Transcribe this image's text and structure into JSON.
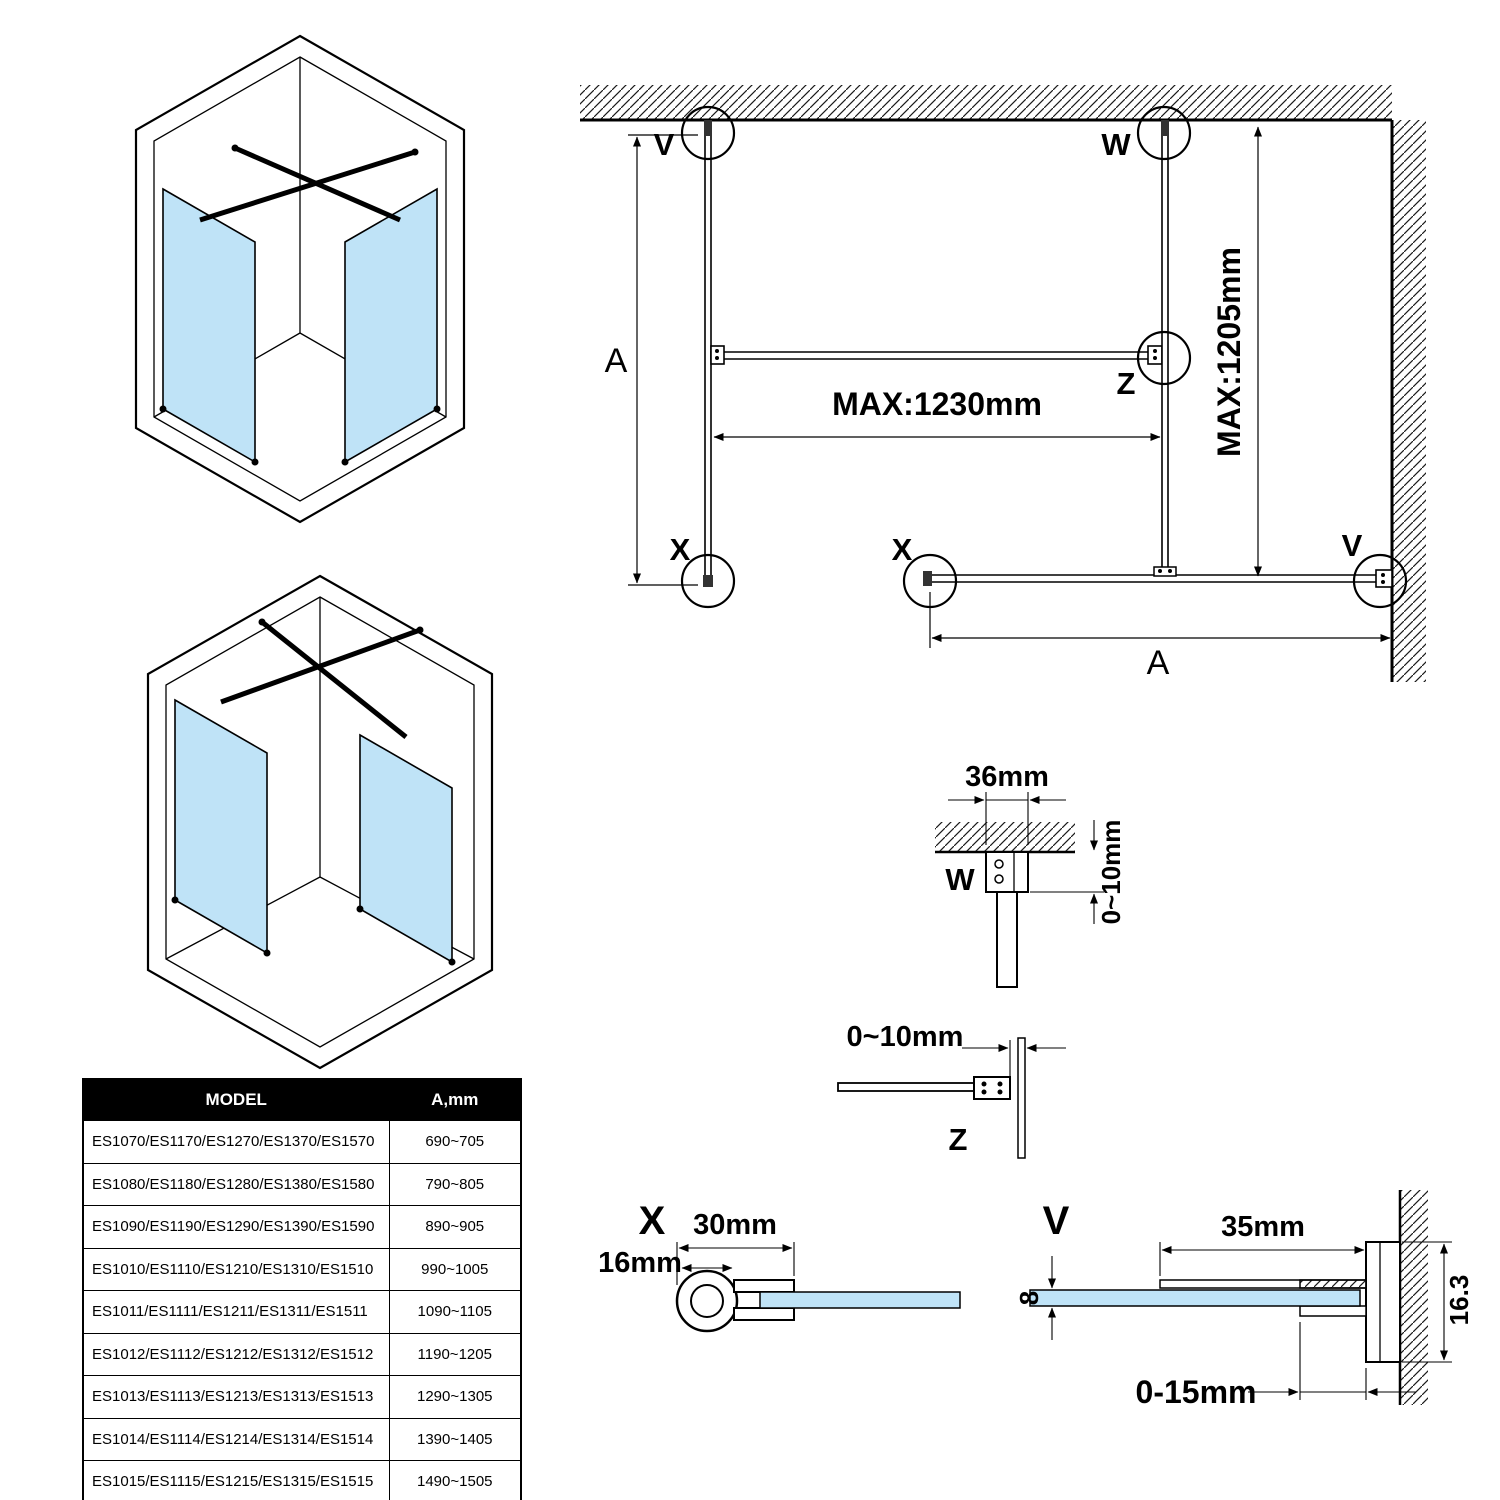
{
  "colors": {
    "glass": "#bfe3f7",
    "line": "#000000",
    "header_bg": "#000000"
  },
  "plan": {
    "callout_v_top": "V",
    "callout_w": "W",
    "callout_z": "Z",
    "callout_x_left": "X",
    "callout_x_bottom": "X",
    "callout_v_right": "V",
    "dim_height": "A",
    "dim_width_bottom": "A",
    "dim_max_width": "MAX:1230mm",
    "dim_max_height": "MAX:1205mm"
  },
  "detail_w": {
    "label": "W",
    "dim_width": "36mm",
    "dim_gap": "0~10mm"
  },
  "detail_z": {
    "label": "Z",
    "dim_gap": "0~10mm"
  },
  "detail_x": {
    "label": "X",
    "dim_width": "30mm",
    "dim_depth": "16mm"
  },
  "detail_v": {
    "label": "V",
    "dim_width": "35mm",
    "dim_height": "16.3",
    "dim_glass": "8",
    "dim_adjust": "0-15mm"
  },
  "table": {
    "header": {
      "model": "MODEL",
      "a": "A,mm"
    },
    "rows": [
      {
        "model": "ES1070/ES1170/ES1270/ES1370/ES1570",
        "a": "690~705"
      },
      {
        "model": "ES1080/ES1180/ES1280/ES1380/ES1580",
        "a": "790~805"
      },
      {
        "model": "ES1090/ES1190/ES1290/ES1390/ES1590",
        "a": "890~905"
      },
      {
        "model": "ES1010/ES1110/ES1210/ES1310/ES1510",
        "a": "990~1005"
      },
      {
        "model": "ES1011/ES1111/ES1211/ES1311/ES1511",
        "a": "1090~1105"
      },
      {
        "model": "ES1012/ES1112/ES1212/ES1312/ES1512",
        "a": "1190~1205"
      },
      {
        "model": "ES1013/ES1113/ES1213/ES1313/ES1513",
        "a": "1290~1305"
      },
      {
        "model": "ES1014/ES1114/ES1214/ES1314/ES1514",
        "a": "1390~1405"
      },
      {
        "model": "ES1015/ES1115/ES1215/ES1315/ES1515",
        "a": "1490~1505"
      }
    ]
  }
}
